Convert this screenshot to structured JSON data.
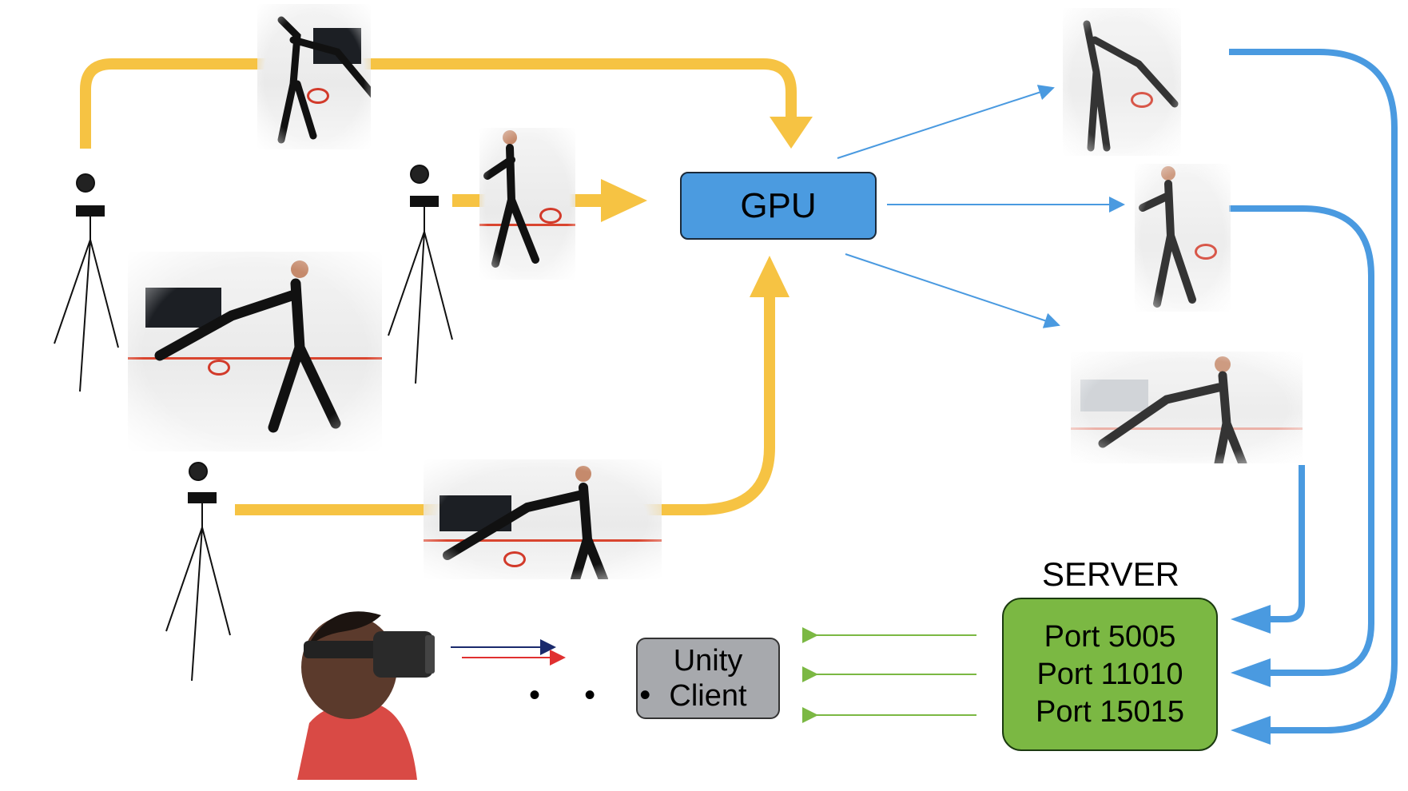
{
  "gpu": {
    "label": "GPU"
  },
  "client": {
    "line1": "Unity",
    "line2": "Client"
  },
  "server": {
    "title": "SERVER",
    "ports": [
      "Port 5005",
      "Port 11010",
      "Port 15015"
    ]
  },
  "ellipsis": "• • •",
  "colors": {
    "capture_arrow": "#f6c343",
    "gpu_fill": "#4b9be0",
    "output_arrow": "#4a9ae0",
    "client_arrow": "#7bb843",
    "server_fill": "#7bb843",
    "client_fill": "#a7a9ad",
    "vr_arrow_blue": "#1a2a6c",
    "vr_arrow_red": "#e03030"
  }
}
